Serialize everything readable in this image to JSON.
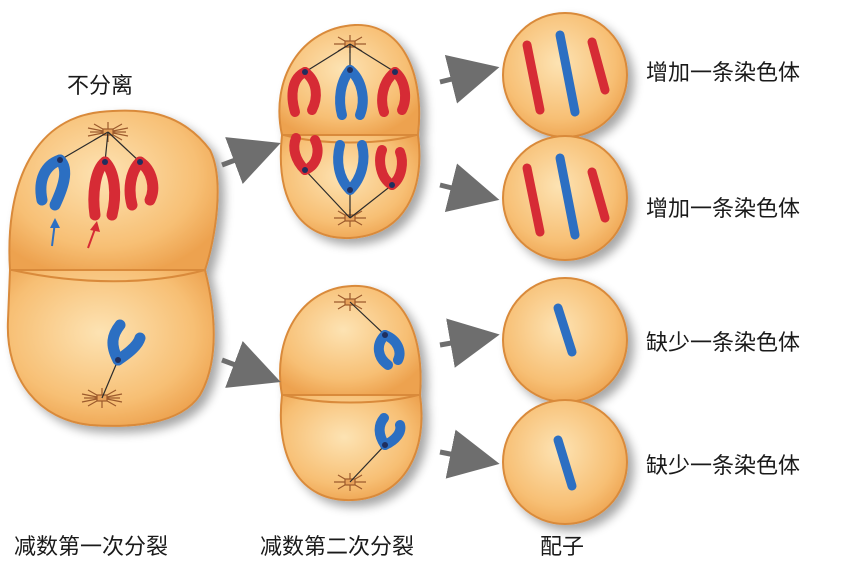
{
  "labels": {
    "nondisjunction": "不分离",
    "meiosis1": "减数第一次分裂",
    "meiosis2": "减数第二次分裂",
    "gametes": "配子"
  },
  "results": [
    "增加一条染色体",
    "增加一条染色体",
    "缺少一条染色体",
    "缺少一条染色体"
  ],
  "colors": {
    "cell_fill": "#f5b86a",
    "cell_inner": "#fbd79c",
    "cell_edge": "#d98a3a",
    "chromosome_red": "#d62b35",
    "chromosome_blue": "#2c6fc2",
    "arrow": "#6e6e6e",
    "spindle": "#9c5a2c"
  }
}
